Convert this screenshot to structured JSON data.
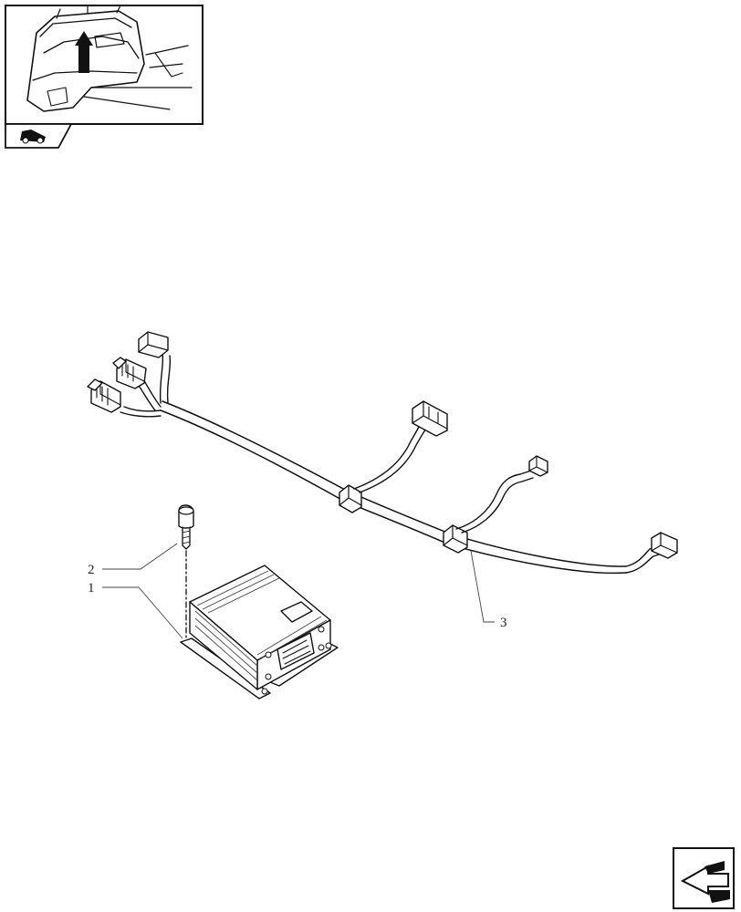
{
  "callouts": {
    "item_1": "1",
    "item_2": "2",
    "item_3": "3"
  },
  "icons": {
    "overview_thumbnail": "tractor-cab-location-thumbnail",
    "section_tab": "tractor-section-icon",
    "next_page": "next-page-arrow-icon"
  },
  "colors": {
    "line": "#111111",
    "background": "#ffffff"
  }
}
